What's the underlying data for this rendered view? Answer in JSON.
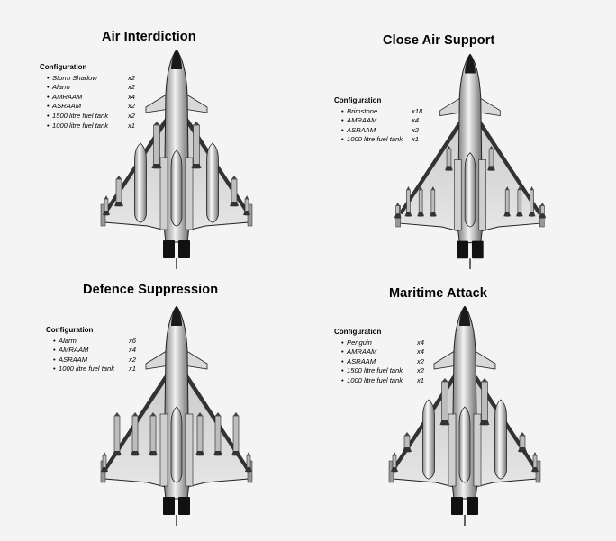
{
  "panels": [
    {
      "title": "Air Interdiction",
      "config_heading": "Configuration",
      "items": [
        {
          "name": "Storm Shadow",
          "qty": "x2"
        },
        {
          "name": "Alarm",
          "qty": "x2"
        },
        {
          "name": "AMRAAM",
          "qty": "x4"
        },
        {
          "name": "ASRAAM",
          "qty": "x2"
        },
        {
          "name": "1500 litre fuel tank",
          "qty": "x2"
        },
        {
          "name": "1000 litre fuel tank",
          "qty": "x1"
        }
      ]
    },
    {
      "title": "Close Air Support",
      "config_heading": "Configuration",
      "items": [
        {
          "name": "Brimstone",
          "qty": "x18"
        },
        {
          "name": "AMRAAM",
          "qty": "x4"
        },
        {
          "name": "ASRAAM",
          "qty": "x2"
        },
        {
          "name": "1000 litre fuel tank",
          "qty": "x1"
        }
      ]
    },
    {
      "title": "Defence Suppression",
      "config_heading": "Configuration",
      "items": [
        {
          "name": "Alarm",
          "qty": "x6"
        },
        {
          "name": "AMRAAM",
          "qty": "x4"
        },
        {
          "name": "ASRAAM",
          "qty": "x2"
        },
        {
          "name": "1000 litre fuel tank",
          "qty": "x1"
        }
      ]
    },
    {
      "title": "Maritime Attack",
      "config_heading": "Configuration",
      "items": [
        {
          "name": "Penguin",
          "qty": "x4"
        },
        {
          "name": "AMRAAM",
          "qty": "x4"
        },
        {
          "name": "ASRAAM",
          "qty": "x2"
        },
        {
          "name": "1500 litre fuel tank",
          "qty": "x2"
        },
        {
          "name": "1000 litre fuel tank",
          "qty": "x1"
        }
      ]
    }
  ]
}
